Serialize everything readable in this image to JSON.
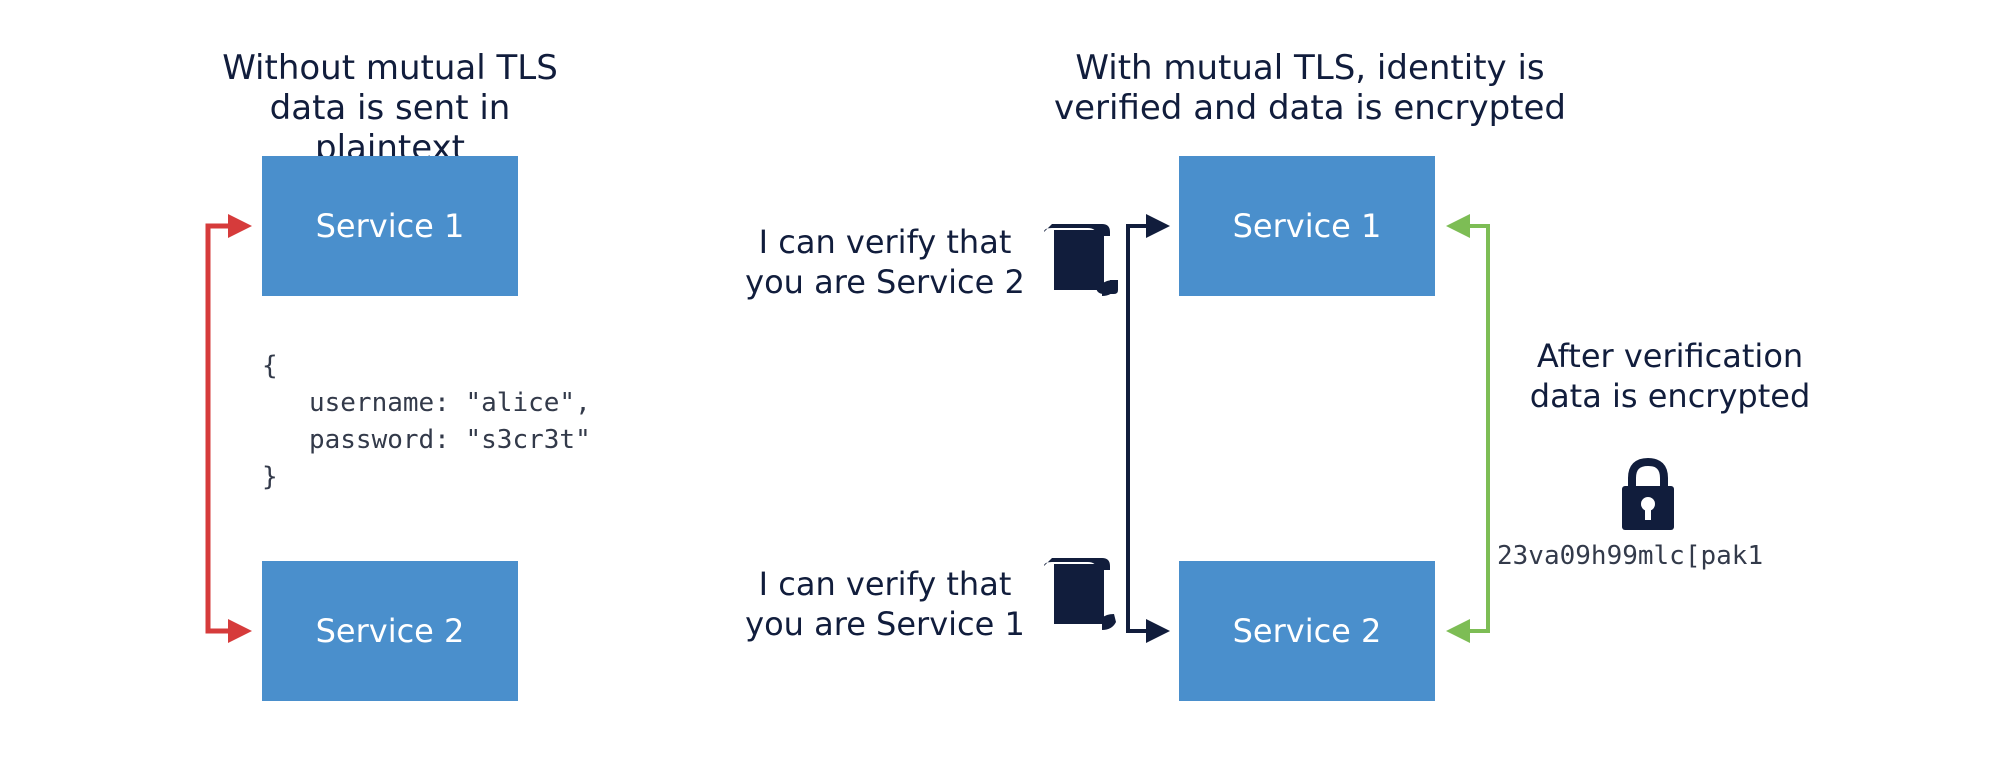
{
  "left": {
    "title": "Without mutual TLS\ndata is sent in plaintext",
    "service1": "Service 1",
    "service2": "Service 2",
    "payload": "{\n   username: \"alice\",\n   password: \"s3cr3t\"\n}"
  },
  "right": {
    "title": "With mutual TLS, identity is\nverified and data is encrypted",
    "service1": "Service 1",
    "service2": "Service 2",
    "verify_top": "I can verify that\nyou are Service 2",
    "verify_bottom": "I can verify that\nyou are Service 1",
    "after_note": "After verification\ndata is encrypted",
    "ciphertext": "23va09h99mlc[pak1"
  },
  "icons": {
    "certificate": "certificate-scroll-icon",
    "lock": "padlock-icon"
  },
  "colors": {
    "service_box": "#4a8fcc",
    "plaintext_arrow": "#d63b3b",
    "verified_arrow": "#111d3c",
    "encrypted_arrow": "#7dbd55",
    "text": "#111d3c"
  }
}
